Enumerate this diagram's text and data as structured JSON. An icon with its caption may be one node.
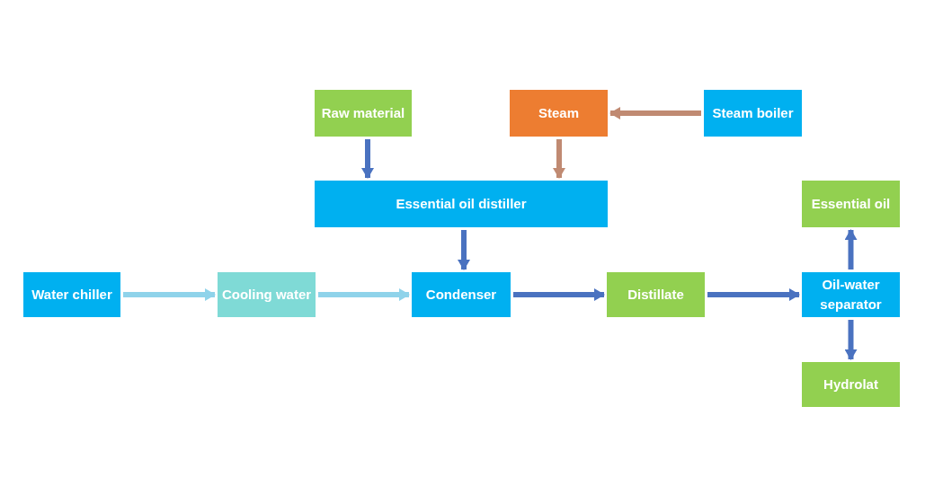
{
  "diagram": {
    "nodes": [
      {
        "text": [
          "Raw material"
        ]
      },
      {
        "text": [
          "Steam"
        ]
      },
      {
        "text": [
          "Steam boiler"
        ]
      },
      {
        "text": [
          "Essential oil distiller"
        ]
      },
      {
        "text": [
          "Water chiller"
        ]
      },
      {
        "text": [
          "Cooling water"
        ]
      },
      {
        "text": [
          "Condenser"
        ]
      },
      {
        "text": [
          "Distillate"
        ]
      },
      {
        "text": [
          "Oil-water separator"
        ]
      },
      {
        "text": [
          "Essential oil"
        ]
      },
      {
        "text": [
          "Hydrolat"
        ]
      }
    ],
    "edges": [
      {
        "from": 0,
        "to": 3,
        "arrow": "to"
      },
      {
        "from": 2,
        "to": 1,
        "arrow": "to",
        "color": "#c08a72"
      },
      {
        "from": 1,
        "to": 3,
        "arrow": "to",
        "color": "#c08a72"
      },
      {
        "from": 3,
        "to": 6,
        "arrow": "to"
      },
      {
        "from": 4,
        "to": 5,
        "arrow": "to",
        "color": "#8fd3ea"
      },
      {
        "from": 5,
        "to": 6,
        "arrow": "to",
        "color": "#8fd3ea"
      },
      {
        "from": 6,
        "to": 7,
        "arrow": "to"
      },
      {
        "from": 7,
        "to": 8,
        "arrow": "to"
      },
      {
        "from": 8,
        "to": 9,
        "arrow": "to"
      },
      {
        "from": 8,
        "to": 10,
        "arrow": "to"
      }
    ]
  }
}
